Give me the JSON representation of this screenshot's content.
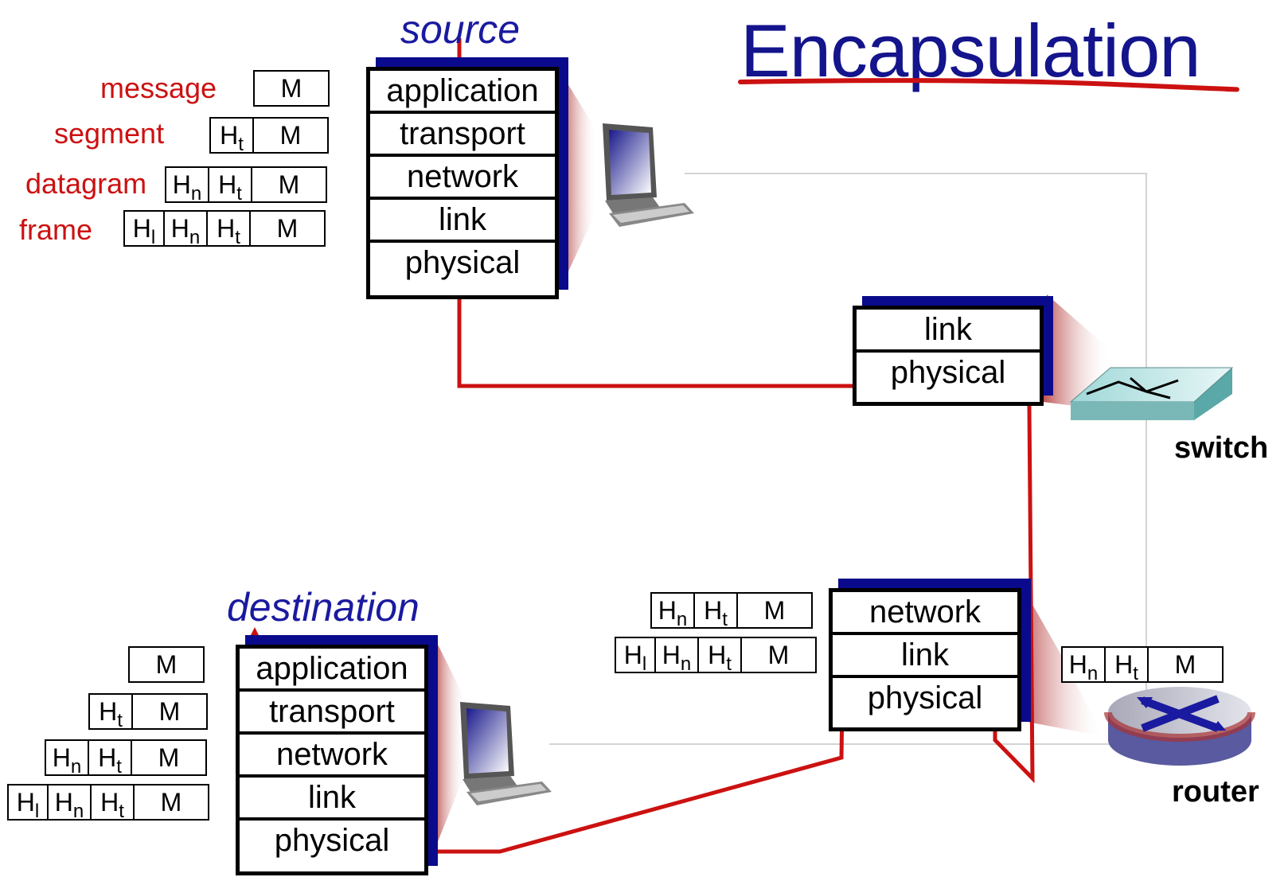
{
  "title": "Encapsulation",
  "source_label": "source",
  "destination_label": "destination",
  "header_labels": {
    "message": "message",
    "segment": "segment",
    "datagram": "datagram",
    "frame": "frame"
  },
  "devices": {
    "switch": "switch",
    "router": "router"
  },
  "layers": {
    "application": "application",
    "transport": "transport",
    "network": "network",
    "link": "link",
    "physical": "physical"
  },
  "headers": {
    "H": "H",
    "t": "t",
    "n": "n",
    "l": "l",
    "M": "M"
  },
  "colors": {
    "title": "#14148c",
    "label_red": "#cc1111",
    "path_red": "#cc1111",
    "shadow_blue": "#0a0a8c"
  }
}
